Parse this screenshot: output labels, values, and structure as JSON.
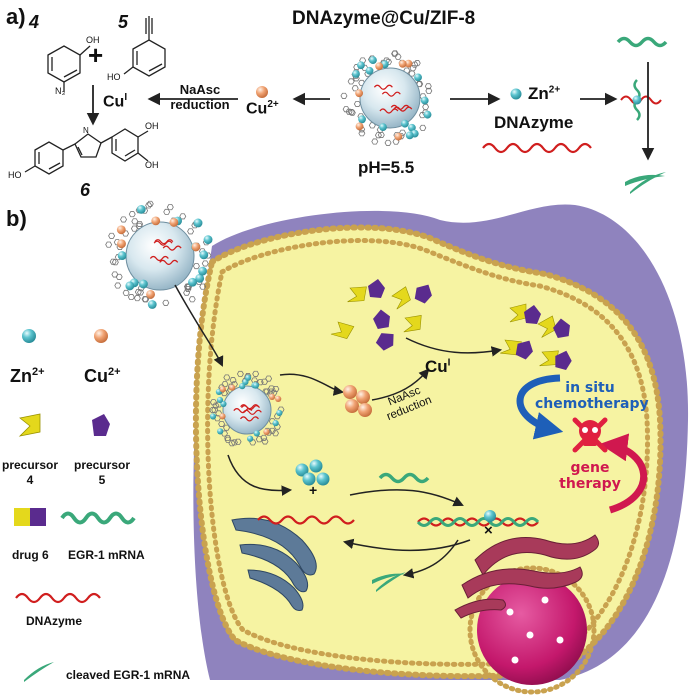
{
  "panel_a": {
    "label": "a)",
    "compound_4": "4",
    "compound_5": "5",
    "compound_6": "6",
    "plus": "+",
    "catalyst": "Cu",
    "catalyst_sup": "I",
    "reduction_agent": "NaAsc",
    "reduction_word": "reduction",
    "cu2_label": "Cu",
    "cu2_sup": "2+",
    "title": "DNAzyme@Cu/ZIF-8",
    "ph": "pH=5.5",
    "zn_label": "Zn",
    "zn_sup": "2+",
    "dnazyme": "DNAzyme",
    "atoms": {
      "oh": "OH",
      "ho": "HO",
      "n3": "N₃",
      "n": "N"
    }
  },
  "panel_b": {
    "label": "b)",
    "cu_label": "Cu",
    "cu_sup": "I",
    "reduction_agent": "NaAsc",
    "reduction_word": "reduction",
    "in_situ_1": "in situ",
    "in_situ_2": "chemotherapy",
    "gene_1": "gene",
    "gene_2": "therapy",
    "plus": "+",
    "cross": "×"
  },
  "legend": {
    "zn": "Zn",
    "zn_sup": "2+",
    "cu": "Cu",
    "cu_sup": "2+",
    "precursor4_1": "precursor",
    "precursor4_2": "4",
    "precursor5_1": "precursor",
    "precursor5_2": "5",
    "drug6": "drug 6",
    "mrna": "EGR-1 mRNA",
    "dnazyme": "DNAzyme",
    "cleaved": "cleaved EGR-1 mRNA"
  },
  "colors": {
    "zn_particle": "#5cc4cf",
    "cu_particle": "#f0a272",
    "cell_fill": "#f6f3a2",
    "nucleus": "#c4186c",
    "outer_membrane": "#8f83be",
    "precursor4": "#e4d81c",
    "precursor5": "#5a2b8e",
    "dna_red": "#d01e1e",
    "mrna_green": "#3aa87a",
    "chemo_blue": "#1e5fb8",
    "gene_red": "#d0184f"
  }
}
